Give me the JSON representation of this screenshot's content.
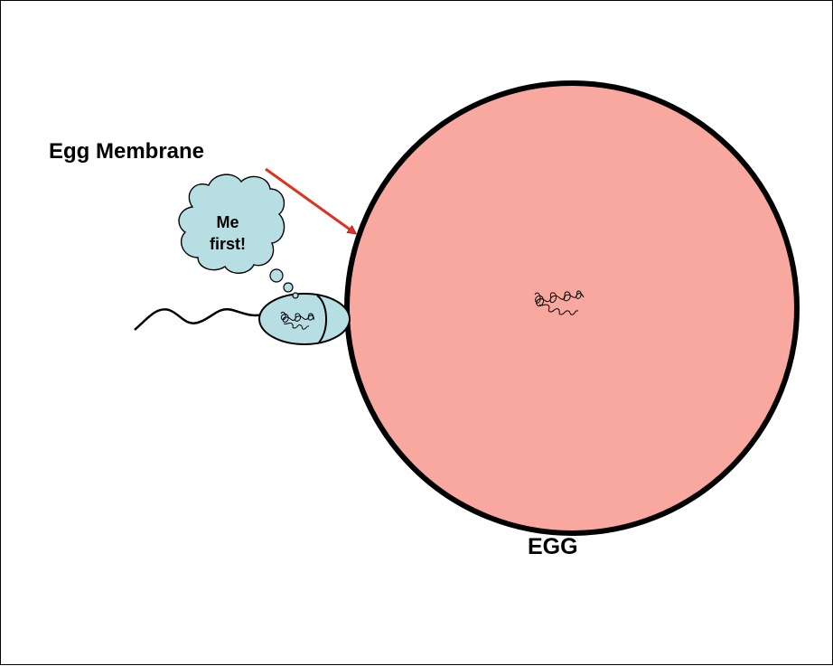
{
  "labels": {
    "egg_membrane": "Egg Membrane",
    "egg": "EGG"
  },
  "thought_bubble": {
    "line1": "Me",
    "line2": "first!"
  },
  "colors": {
    "egg_fill": "#f9a8a0",
    "egg_outline": "#000000",
    "sperm_fill": "#b7dfe3",
    "bubble_fill": "#b7dfe3",
    "arrow": "#e0331f"
  }
}
